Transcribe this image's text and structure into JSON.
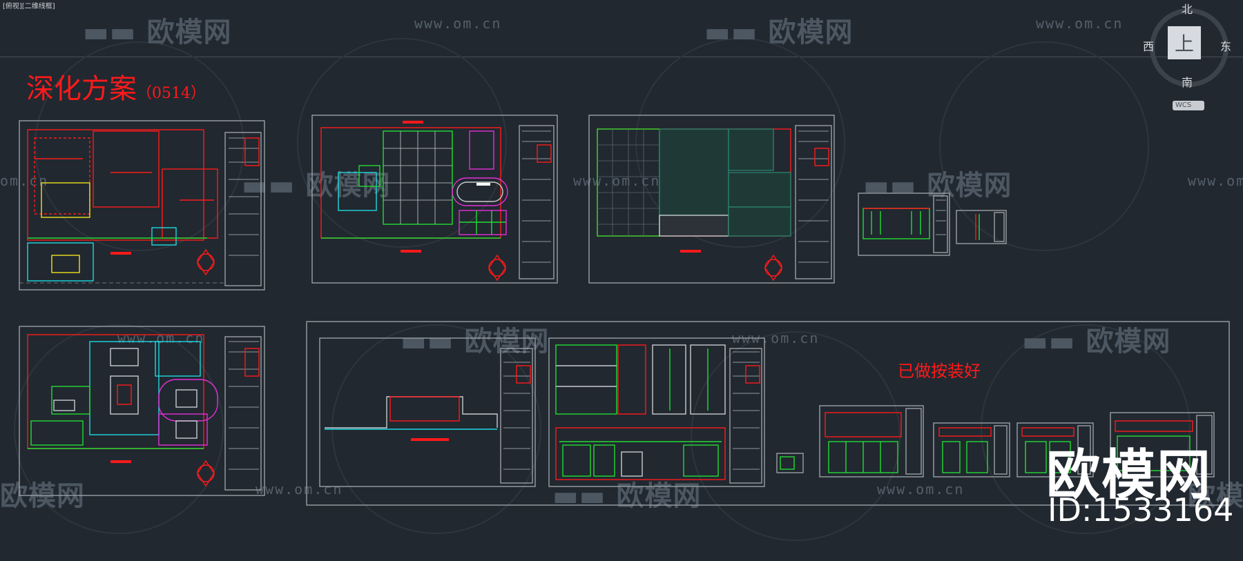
{
  "tab_label": "[俯视][二维线框]",
  "watermark": {
    "logo_text": "欧模网",
    "url_text": "www.om.cn",
    "url_fragment": "om.cn",
    "logo_fragment": "欧模网"
  },
  "drawing": {
    "main_title": "深化方案",
    "main_title_suffix": "（0514）",
    "note": "已做按装好"
  },
  "overlay": {
    "brand": "欧模网",
    "id_label": "ID:1533164"
  },
  "viewcube": {
    "top": "上",
    "north": "北",
    "south": "南",
    "east": "东",
    "west": "西",
    "wcs": "WCS"
  },
  "colors": {
    "background": "#212830",
    "red": "#ff1a1a",
    "green": "#22dd33",
    "yellow": "#f2e21b",
    "cyan": "#1fd9e0",
    "magenta": "#e52fd9",
    "frame": "#9aa0a6"
  }
}
